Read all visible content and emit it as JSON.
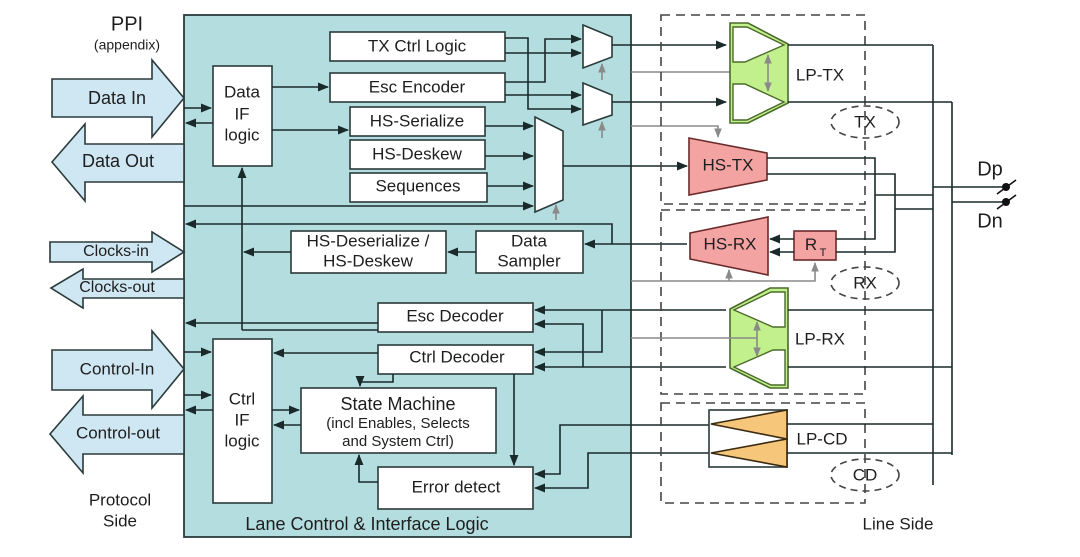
{
  "diagram": {
    "colors": {
      "lane_control_bg": "#b4dde0",
      "arrow_fill": "#cfe6f3",
      "lp_fill": "#c2f08c",
      "hs_fill": "#f4a3a3",
      "cd_fill": "#f6c77a"
    },
    "protocol_side": {
      "ppi_title": "PPI",
      "ppi_subtitle": "(appendix)",
      "side_label_line1": "Protocol",
      "side_label_line2": "Side",
      "signals": [
        {
          "label": "Data In",
          "direction": "in"
        },
        {
          "label": "Data Out",
          "direction": "out"
        },
        {
          "label": "Clocks-in",
          "direction": "in"
        },
        {
          "label": "Clocks-out",
          "direction": "out"
        },
        {
          "label": "Control-In",
          "direction": "in"
        },
        {
          "label": "Control-out",
          "direction": "out"
        }
      ]
    },
    "lane_control": {
      "title": "Lane Control & Interface Logic",
      "data_if": [
        "Data",
        "IF",
        "logic"
      ],
      "ctrl_if": [
        "Ctrl",
        "IF",
        "logic"
      ],
      "tx_ctrl_logic": "TX Ctrl Logic",
      "esc_encoder": "Esc Encoder",
      "hs_serialize": "HS-Serialize",
      "hs_deskew": "HS-Deskew",
      "sequences": "Sequences",
      "hs_deserialize_line1": "HS-Deserialize /",
      "hs_deserialize_line2": "HS-Deskew",
      "data_sampler_line1": "Data",
      "data_sampler_line2": "Sampler",
      "esc_decoder": "Esc Decoder",
      "ctrl_decoder": "Ctrl Decoder",
      "state_machine_title": "State Machine",
      "state_machine_line2": "(incl Enables, Selects",
      "state_machine_line3": "and System Ctrl)",
      "error_detect": "Error detect"
    },
    "line_side": {
      "side_label": "Line Side",
      "lp_tx": "LP-TX",
      "hs_tx": "HS-TX",
      "hs_rx": "HS-RX",
      "rt_main": "R",
      "rt_sub": "T",
      "lp_rx": "LP-RX",
      "lp_cd": "LP-CD",
      "tx_tag": "TX",
      "rx_tag": "RX",
      "cd_tag": "CD",
      "dp": "Dp",
      "dn": "Dn"
    }
  }
}
